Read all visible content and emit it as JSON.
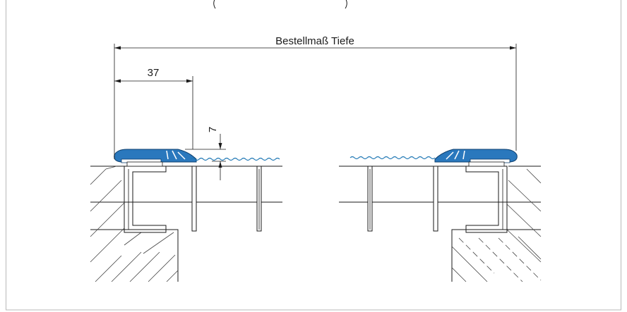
{
  "dimensions": {
    "overall_label": "Bestellmaß Tiefe",
    "lip_label": "37",
    "height_label": "7"
  },
  "colors": {
    "profile": "#2a78bd",
    "water": "#1f77b4",
    "line": "#1a1a1a"
  }
}
